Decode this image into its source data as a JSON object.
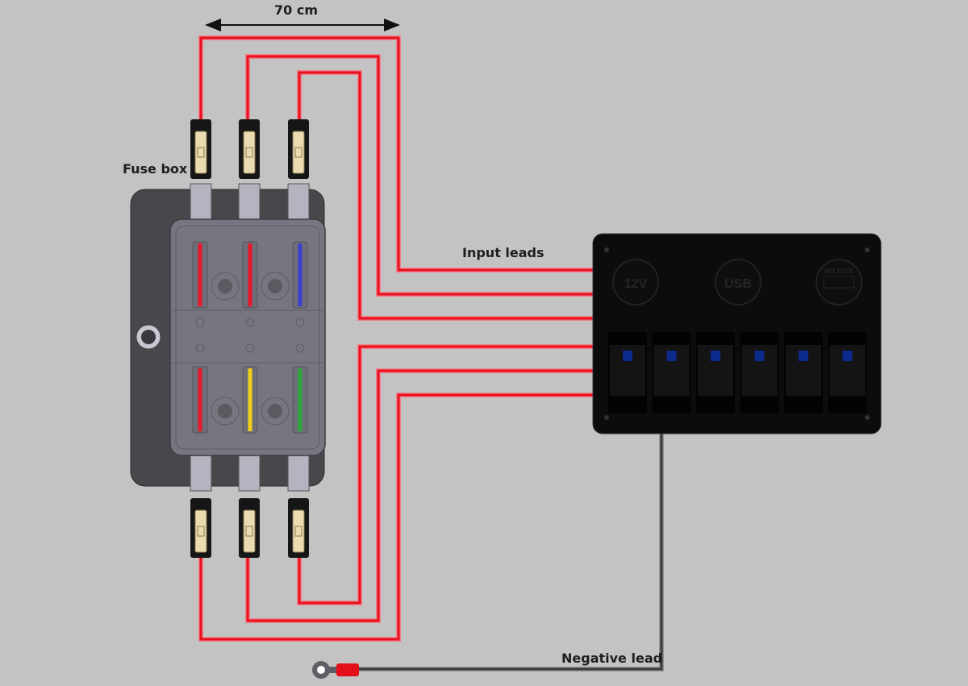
{
  "labels": {
    "dimension": "70 cm",
    "fuse_box": "Fuse box",
    "input_leads": "Input leads",
    "negative_lead": "Negative lead"
  },
  "panel": {
    "sockets": [
      "12V",
      "USB",
      "VOLTAGE"
    ],
    "switch_count": 6,
    "switch_indicator_color": "#0c2a8c"
  },
  "fuses": {
    "top_row_colors": [
      "#e8182a",
      "#e8182a",
      "#3a3ed0"
    ],
    "bottom_row_colors": [
      "#e8182a",
      "#f2d21a",
      "#2aa838"
    ]
  },
  "colors": {
    "wire": "#e8101e",
    "negative_wire": "#555555",
    "background": "#c3c3c3"
  }
}
